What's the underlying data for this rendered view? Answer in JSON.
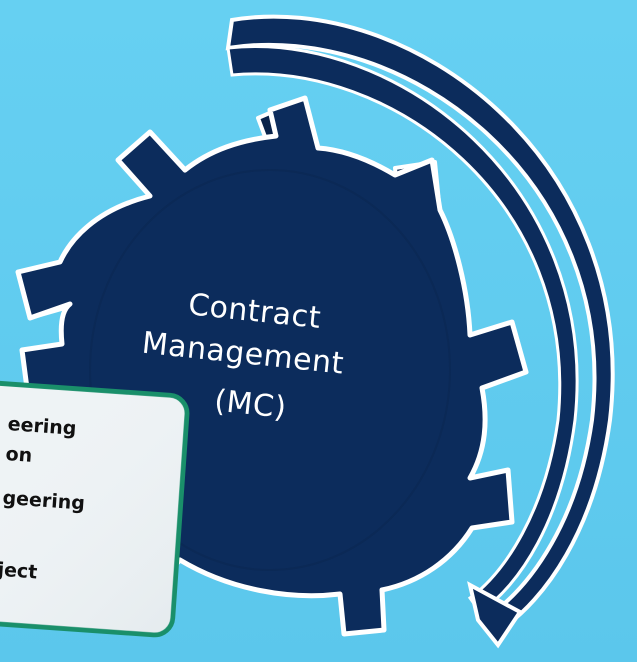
{
  "gear": {
    "line1": "Contract",
    "line2": "Management",
    "line3": "(MC)"
  },
  "card": {
    "lines": [
      "eering",
      "on",
      "geering",
      "",
      "ject"
    ]
  },
  "colors": {
    "background": "#5fcbef",
    "gear_fill": "#0c2c5c",
    "gear_stroke": "#ffffff",
    "card_border": "#1a8f6a",
    "card_fill": "#eef3f5",
    "arrow_fill": "#0c2c5c"
  }
}
